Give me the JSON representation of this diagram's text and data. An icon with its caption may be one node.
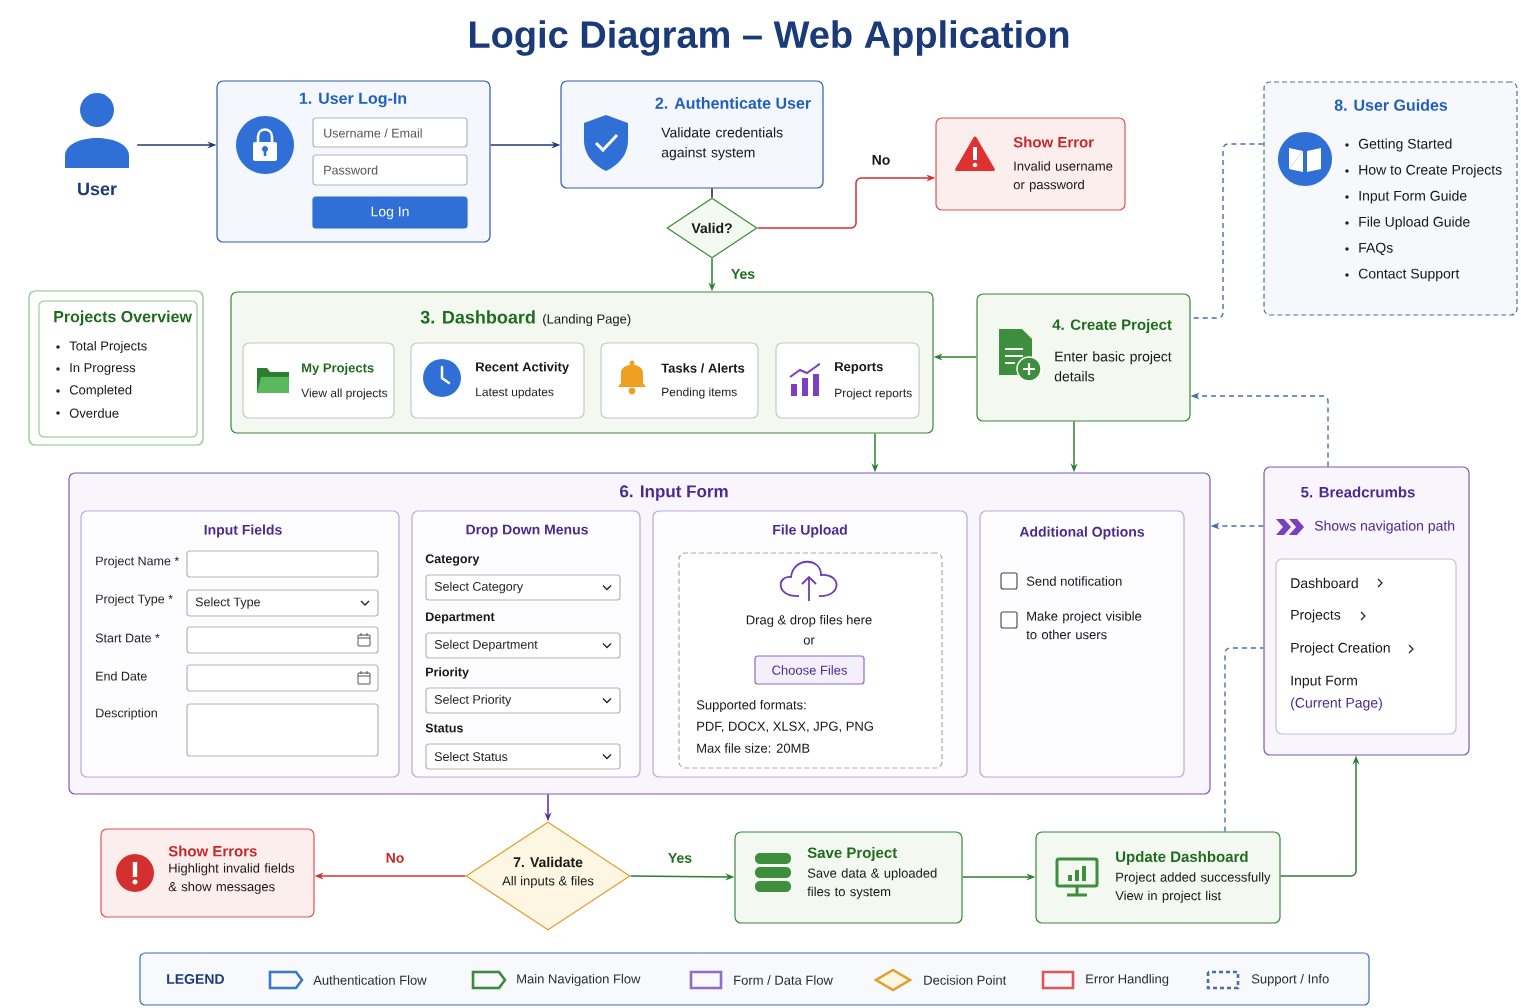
{
  "diagram": {
    "title": "Logic Diagram – Web Application",
    "nodes": [
      {
        "text": [
          "User"
        ]
      },
      {
        "text": [
          "1. User Log-In"
        ]
      },
      {
        "text": [
          "Username / Email"
        ],
        "in": 1
      },
      {
        "text": [
          "Password"
        ],
        "in": 1
      },
      {
        "text": [
          "Log In"
        ],
        "in": 1
      },
      {
        "text": [
          "2. Authenticate User",
          "Validate credentials against system"
        ]
      },
      {
        "text": [
          "Valid?"
        ]
      },
      {
        "text": [
          "Show Error",
          "Invalid username or password"
        ]
      },
      {
        "text": [
          "8. User Guides",
          "Getting Started",
          "How to Create Projects",
          "Input Form Guide",
          "File Upload Guide",
          "FAQs",
          "Contact Support"
        ]
      },
      {
        "text": [
          "Projects Overview",
          "Total Projects",
          "In Progress",
          "Completed",
          "Overdue"
        ]
      },
      {
        "text": [
          "3. Dashboard",
          "(Landing Page)"
        ]
      },
      {
        "text": [
          "My Projects",
          "View all projects"
        ],
        "in": 10
      },
      {
        "text": [
          "Recent Activity",
          "Latest updates"
        ],
        "in": 10
      },
      {
        "text": [
          "Tasks / Alerts",
          "Pending items"
        ],
        "in": 10
      },
      {
        "text": [
          "Reports",
          "Project reports"
        ],
        "in": 10
      },
      {
        "text": [
          "4. Create Project",
          "Enter basic project details"
        ]
      },
      {
        "text": [
          "6. Input Form"
        ]
      },
      {
        "text": [
          "Input Fields",
          "Project Name *",
          "Project Type *",
          "Start Date *",
          "End Date",
          "Description"
        ],
        "in": 16
      },
      {
        "text": [
          "Select Type"
        ],
        "in": 17
      },
      {
        "text": [
          "Drop Down Menus",
          "Category",
          "Department",
          "Priority",
          "Status"
        ],
        "in": 16
      },
      {
        "text": [
          "Select Category"
        ],
        "in": 19
      },
      {
        "text": [
          "Select Department"
        ],
        "in": 19
      },
      {
        "text": [
          "Select Priority"
        ],
        "in": 19
      },
      {
        "text": [
          "Select Status"
        ],
        "in": 19
      },
      {
        "text": [
          "File Upload"
        ],
        "in": 16
      },
      {
        "text": [
          "Drag & drop files here",
          "or",
          "Supported formats:",
          "PDF, DOCX, XLSX, JPG, PNG",
          "Max file size: 20MB"
        ],
        "in": 24
      },
      {
        "text": [
          "Choose Files"
        ],
        "in": 25
      },
      {
        "text": [
          "Additional Options",
          "Send notification",
          "Make project visible to other users"
        ],
        "in": 16
      },
      {
        "text": [
          "5. Breadcrumbs",
          "Shows navigation path"
        ]
      },
      {
        "text": [
          "Dashboard",
          "Projects",
          "Project Creation",
          "Input Form",
          "(Current Page)"
        ],
        "in": 28
      },
      {
        "text": [
          "7. Validate",
          "All inputs & files"
        ]
      },
      {
        "text": [
          "Show Errors",
          "Highlight invalid fields & show messages"
        ]
      },
      {
        "text": [
          "Save Project",
          "Save data & uploaded files to system"
        ]
      },
      {
        "text": [
          "Update Dashboard",
          "Project added successfully View in project list"
        ]
      },
      {
        "text": [],
        "shape": "box",
        "in": 17
      },
      {
        "text": [],
        "shape": "box",
        "in": 17
      },
      {
        "text": [],
        "shape": "box",
        "in": 17
      },
      {
        "text": [],
        "shape": "box",
        "in": 17
      }
    ],
    "edges": [
      {
        "from": 0,
        "to": 1,
        "arrow": "to",
        "color": "#1f3b6e"
      },
      {
        "from": 1,
        "to": 5,
        "arrow": "to",
        "color": "#1f3b6e"
      },
      {
        "from": 5,
        "to": 6,
        "arrow": "none",
        "color": "#222222"
      },
      {
        "from": 6,
        "to": 7,
        "arrow": "to",
        "label": "No",
        "color": "#d32f2f"
      },
      {
        "from": 6,
        "to": 10,
        "arrow": "to",
        "label": "Yes"
      },
      {
        "from": 15,
        "to": 10,
        "arrow": "to"
      },
      {
        "from": 8,
        "to": 15,
        "arrow": "none",
        "style": "dashed",
        "color": "#4a6fa5"
      },
      {
        "from": 10,
        "to": 16,
        "arrow": "to"
      },
      {
        "from": 15,
        "to": 16,
        "arrow": "to"
      },
      {
        "from": 28,
        "to": 15,
        "arrow": "to",
        "style": "dashed",
        "color": "#4a6fa5"
      },
      {
        "from": 28,
        "to": 16,
        "arrow": "to",
        "style": "dashed",
        "color": "#4a6fa5"
      },
      {
        "from": 16,
        "to": 30,
        "arrow": "to",
        "color": "#5b2a9a"
      },
      {
        "from": 30,
        "to": 31,
        "arrow": "to",
        "label": "No",
        "color": "#d32f2f"
      },
      {
        "from": 30,
        "to": 32,
        "arrow": "to",
        "label": "Yes"
      },
      {
        "from": 32,
        "to": 33,
        "arrow": "to"
      },
      {
        "from": 33,
        "to": 28,
        "arrow": "to"
      },
      {
        "from": 33,
        "to": 28,
        "arrow": "none",
        "style": "dashed",
        "color": "#4a6fa5"
      }
    ],
    "labels": [
      "LEGEND"
    ],
    "legend": [
      {
        "text": "Authentication Flow",
        "color": "#3a78c9"
      },
      {
        "text": "Main Navigation Flow",
        "color": "#3b8a3b"
      },
      {
        "text": "Form / Data Flow",
        "color": "#8e6cc8"
      },
      {
        "text": "Decision Point",
        "color": "#e0a030"
      },
      {
        "text": "Error Handling",
        "color": "#e05555"
      },
      {
        "text": "Support / Info",
        "color": "#4a6fa5"
      }
    ]
  }
}
